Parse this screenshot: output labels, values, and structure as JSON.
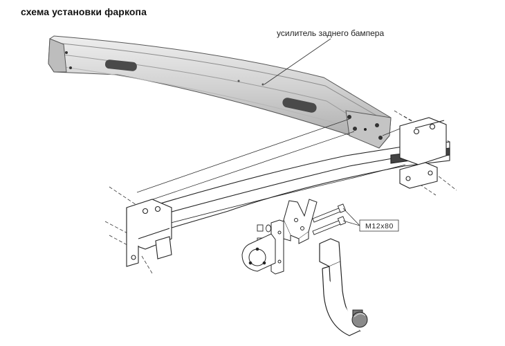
{
  "title": "схема установки фаркопа",
  "labels": {
    "bumper_reinforcement": "усилитель заднего бампера",
    "bolt_spec": "M12x80"
  },
  "colors": {
    "line": "#222222",
    "metal_light": "#e4e4e4",
    "metal_mid": "#c9c9c9",
    "metal_dark": "#9a9a9a"
  }
}
